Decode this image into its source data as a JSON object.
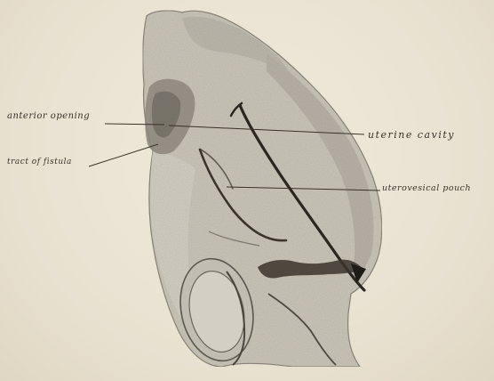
{
  "labels": {
    "anterior_opening": "anterior opening",
    "tract_of_fistula": "tract of fistula",
    "uterine_cavity": "uterine cavity",
    "uterovesical_pouch": "uterovesical pouch"
  },
  "colors": {
    "paper": "#ece5d6",
    "tissue_light": "#ccc7bb",
    "tissue_dark": "#a9a49a",
    "ink": "#2b2620"
  }
}
